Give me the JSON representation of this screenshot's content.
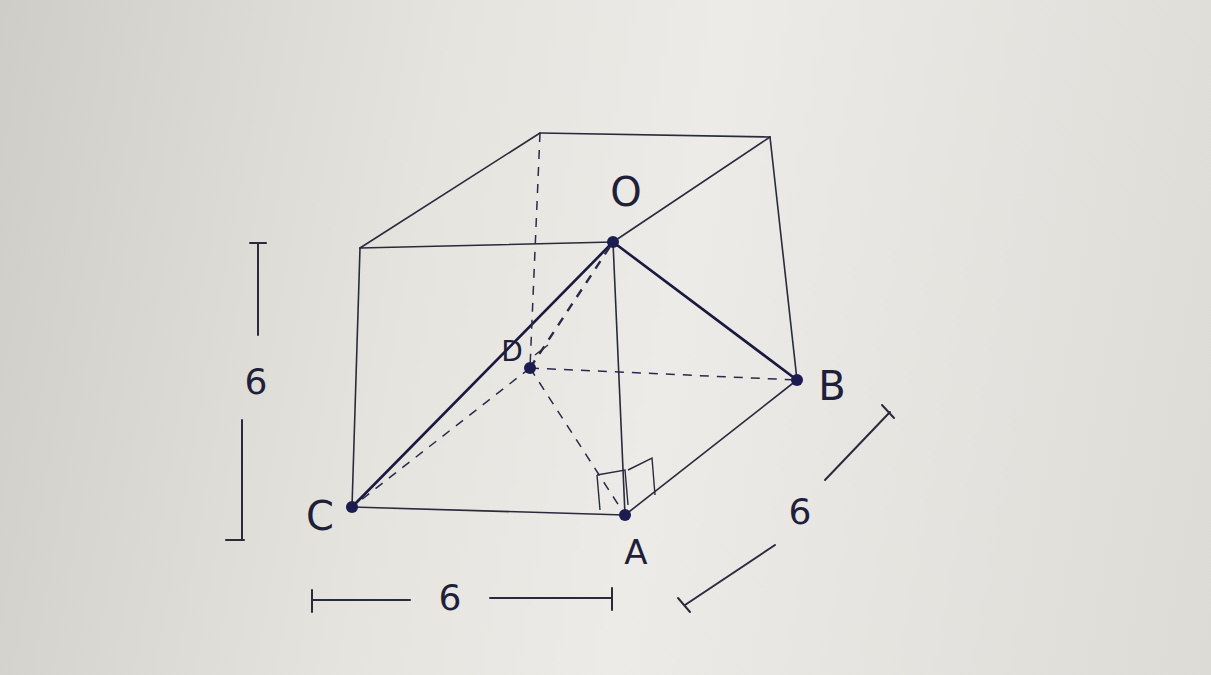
{
  "diagram": {
    "labels": [
      "O",
      "D",
      "B",
      "C",
      "A",
      "6",
      "6",
      "6"
    ]
  }
}
